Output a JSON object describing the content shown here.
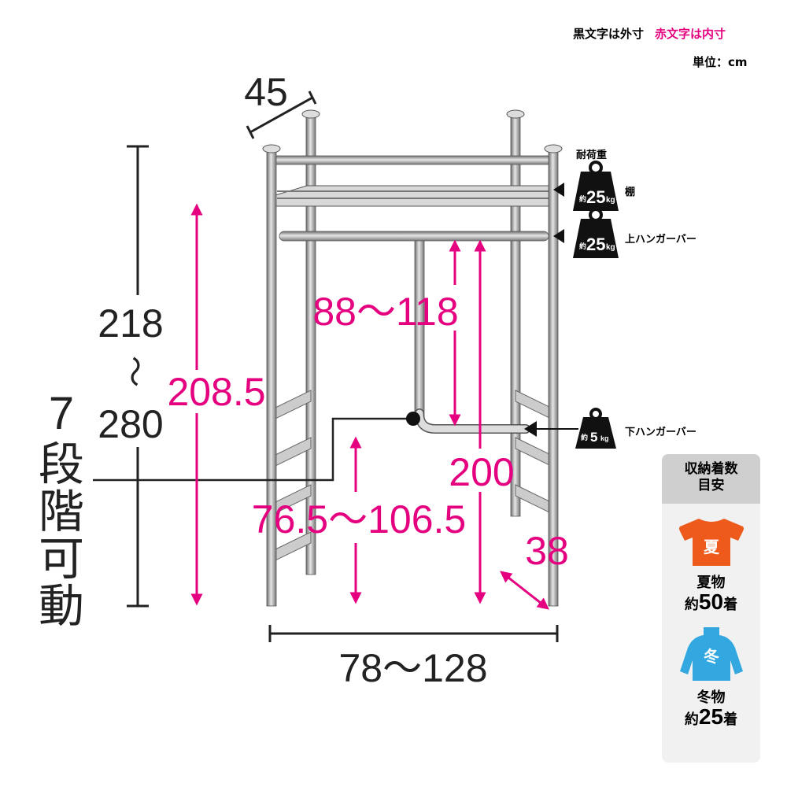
{
  "legend": {
    "outer": "黒文字は外寸",
    "inner": "赤文字は内寸",
    "unit": "単位：cm"
  },
  "outer_dims": {
    "depth": "45",
    "height_min": "218",
    "height_tilde": "～",
    "height_max": "280",
    "width": "78～128",
    "adjustable": [
      "7",
      "段",
      "階",
      "可",
      "動"
    ]
  },
  "inner_dims": {
    "height": "208.5",
    "upper_bar_range": "88～118",
    "upper_bar_height": "200",
    "lower_bar_range": "76.5～106.5",
    "shelf_depth": "38"
  },
  "load": {
    "title": "耐荷重",
    "items": [
      {
        "prefix": "約",
        "value": "25",
        "unit": "kg",
        "label": "棚"
      },
      {
        "prefix": "約",
        "value": "25",
        "unit": "kg",
        "label": "上ハンガーバー"
      },
      {
        "prefix": "約",
        "value": "5",
        "unit": "kg",
        "label": "下ハンガーバー"
      }
    ]
  },
  "capacity": {
    "title_line1": "収納着数",
    "title_line2": "目安",
    "summer": {
      "icon_text": "夏",
      "label": "夏物",
      "prefix": "約",
      "count": "50",
      "suffix": "着",
      "color": "#ee5a1b"
    },
    "winter": {
      "icon_text": "冬",
      "label": "冬物",
      "prefix": "約",
      "count": "25",
      "suffix": "着",
      "color": "#33a8e0"
    }
  },
  "colors": {
    "accent": "#e4007f",
    "frame": "#9a9a9a"
  }
}
